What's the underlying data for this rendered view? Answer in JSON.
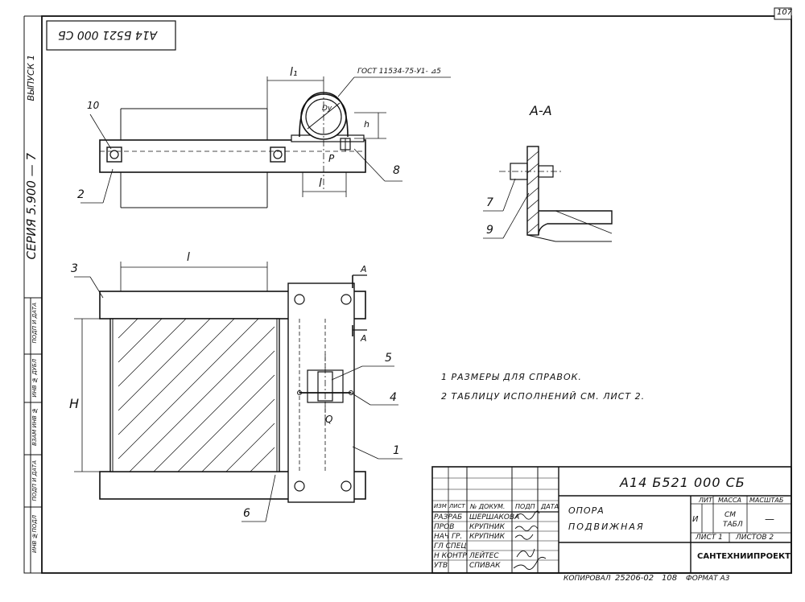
{
  "sheet_number": "107",
  "top_stamp": "А14 Б521 000 СБ",
  "side_series": "СЕРИЯ 5.900 — 7",
  "side_issue": "ВЫПУСК 1",
  "side_boxes": [
    "ИНВ №ПОДЛ",
    "ПОДП И ДАТА",
    "ВЗАМ ИНВ №",
    "ИНВ № ДУБЛ",
    "ПОДП И ДАТА"
  ],
  "drawing": {
    "gost_note": "ГОСТ 11534-75-У1- ⊿5",
    "dim_l1": "l₁",
    "dim_l": "l",
    "dim_h": "h",
    "dim_H": "H",
    "label_du": "Dу",
    "label_P": "P",
    "label_Q": "Q",
    "section_title": "А-А",
    "section_mark": "А",
    "callouts": [
      "10",
      "2",
      "8",
      "7",
      "9",
      "3",
      "5",
      "4",
      "1",
      "6"
    ]
  },
  "notes": [
    "1 РАЗМЕРЫ ДЛЯ СПРАВОК.",
    "2 ТАБЛИЦУ ИСПОЛНЕНИЙ  СМ. ЛИСТ 2."
  ],
  "title_block": {
    "doc_code": "А14 Б521 000 СБ",
    "name_line1": "ОПОРА",
    "name_line2": "ПОДВИЖНАЯ",
    "head_cols": [
      "ИЗМ",
      "ЛИСТ",
      "№ ДОКУМ.",
      "ПОДП",
      "ДАТА"
    ],
    "roles": [
      {
        "role": "РАЗРАБ",
        "name": "ШЕРШАКОВА"
      },
      {
        "role": "ПРОВ",
        "name": "КРУПНИК"
      },
      {
        "role": "НАЧ ГР.",
        "name": "КРУПНИК"
      },
      {
        "role": "ГЛ СПЕЦ",
        "name": ""
      },
      {
        "role": "Н КОНТР",
        "name": "ЛЕЙТЕС"
      },
      {
        "role": "УТВ",
        "name": "СПИВАК"
      }
    ],
    "lit_label": "ЛИТ",
    "lit_value": "И",
    "mass_label": "МАССА",
    "mass_value1": "СМ",
    "mass_value2": "ТАБЛ",
    "scale_label": "МАСШТАБ",
    "scale_value": "—",
    "sheet_label": "ЛИСТ 1",
    "sheets_label": "ЛИСТОВ 2",
    "org": "САНТЕХНИИПРОЕКТ"
  },
  "footer": {
    "copied": "КОПИРОВАЛ",
    "code": "25206-02",
    "sheet": "108",
    "format": "ФОРМАТ А3"
  }
}
